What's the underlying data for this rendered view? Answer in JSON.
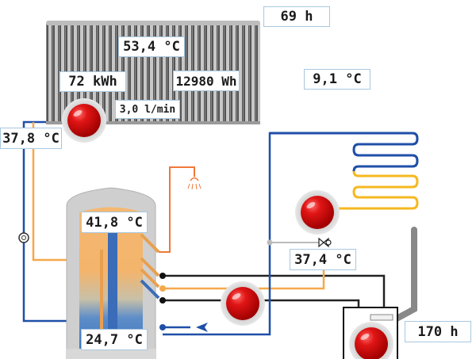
{
  "solar_collector": {
    "collector_temp": "53,4 °C",
    "energy_total": "72 kWh",
    "energy_today": "12980 Wh",
    "flow_rate": "3,0 l/min",
    "runtime": "69 h",
    "return_temp": "37,8 °C",
    "pump_status_color": "#d81010"
  },
  "outdoor": {
    "temperature": "9,1 °C"
  },
  "storage_tank": {
    "top_temp": "41,8 °C",
    "bottom_temp": "24,7 °C"
  },
  "heating_circuit": {
    "flow_temp": "37,4 °C",
    "pump_status_color": "#d81010"
  },
  "boiler": {
    "runtime": "170 h",
    "pump_status_color": "#d81010",
    "burner_status_color": "#d81010"
  },
  "colors": {
    "hot": "#f5a84a",
    "cold": "#1f4fa8",
    "dhw": "#f07838",
    "black_pipe": "#222222",
    "floor_hot": "#f5b820",
    "floor_cold": "#1f4fa8",
    "indicator_red": "#d81010"
  }
}
